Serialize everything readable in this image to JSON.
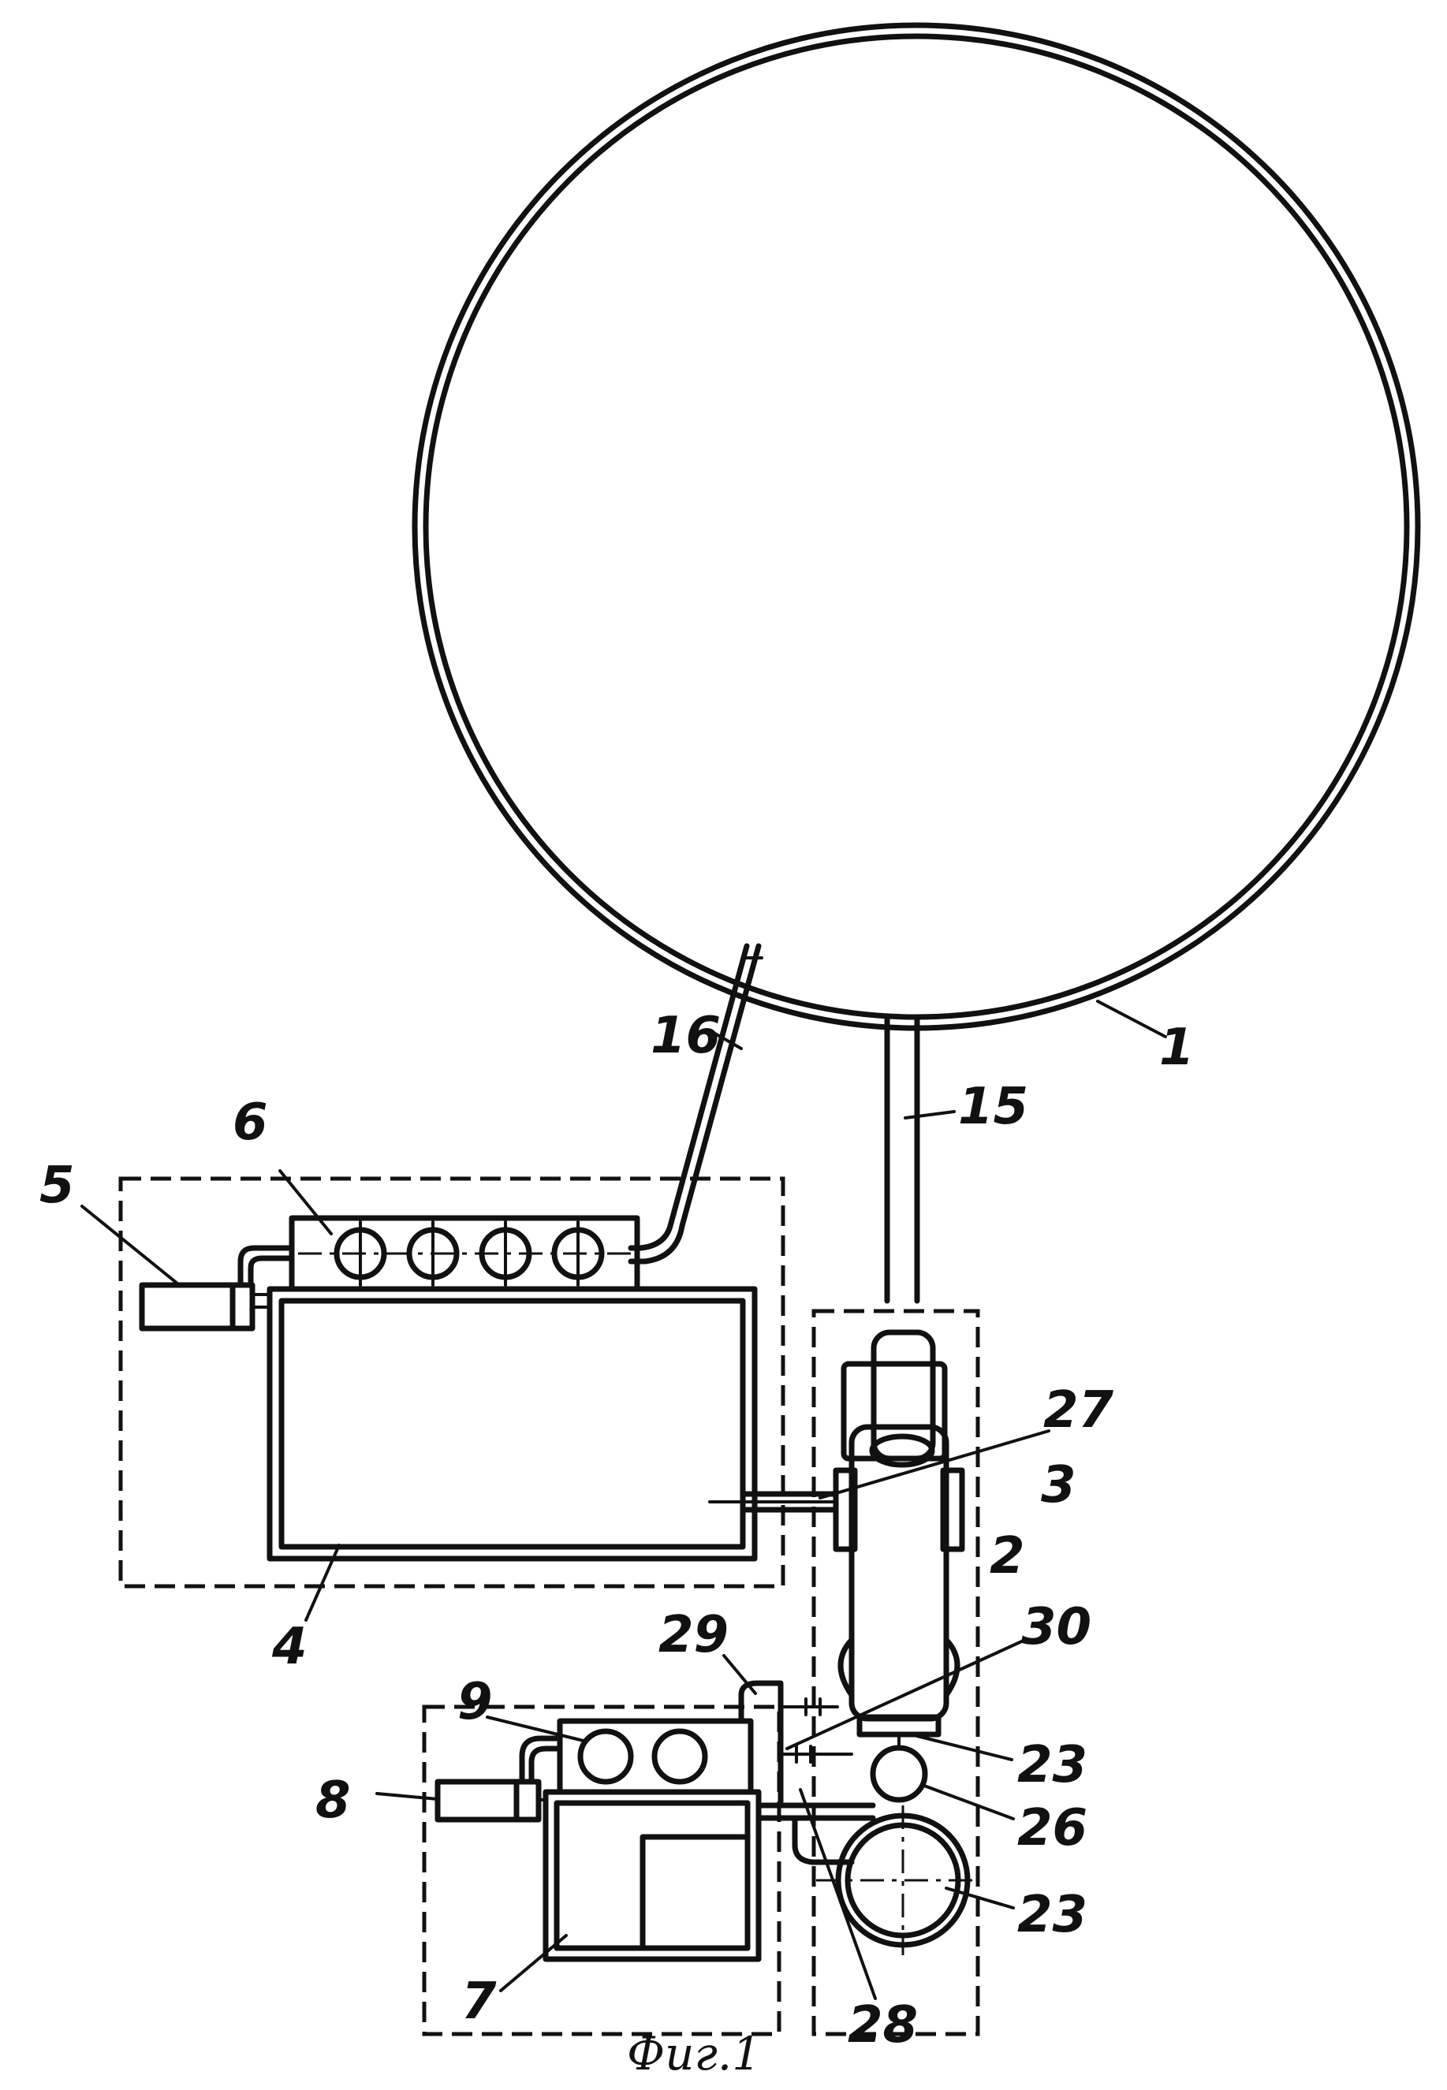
{
  "labels": {
    "l1": "1",
    "l2": "2",
    "l3": "3",
    "l4": "4",
    "l5": "5",
    "l6": "6",
    "l7": "7",
    "l8": "8",
    "l9": "9",
    "l15": "15",
    "l16": "16",
    "l23a": "23",
    "l23b": "23",
    "l26": "26",
    "l27": "27",
    "l28": "28",
    "l29": "29",
    "l30": "30"
  },
  "caption": "Фиг.1"
}
